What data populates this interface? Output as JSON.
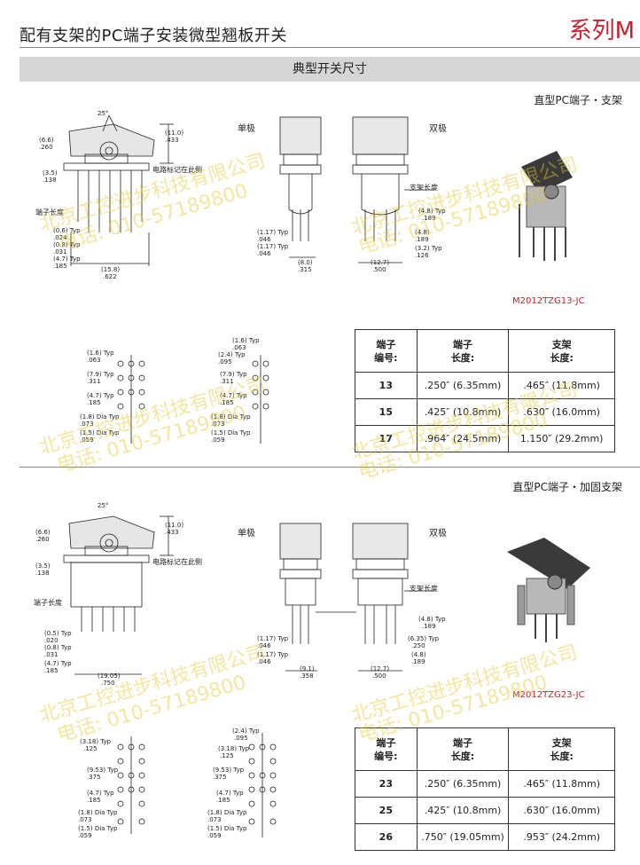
{
  "header": {
    "title": "配有支架的PC端子安装微型翘板开关",
    "series": "系列M"
  },
  "banner": "典型开关尺寸",
  "section1": {
    "subtitle": "直型PC端子・支架",
    "single_pole": "单极",
    "double_pole": "双极",
    "circuit_mark": "电路标记在此侧",
    "terminal_length": "端子长度",
    "part_no": "M2012TZG13-JC",
    "dims": {
      "angle": "25°",
      "d66": "(6.6)",
      "d260": ".260",
      "d35": "(3.5)",
      "d138": ".138",
      "d110": "(11.0)",
      "d433": ".433",
      "d06": "(0.6) Typ",
      "d024": ".024",
      "d08": "(0.8) Typ",
      "d031": ".031",
      "d47": "(4.7) Typ",
      "d185": ".185",
      "d158": "(15.8)",
      "d622": ".622",
      "d117a": "(1.17) Typ",
      "d046a": ".046",
      "d117b": "(1.17) Typ",
      "d046b": ".046",
      "d80": "(8.0)",
      "d315": ".315",
      "d127": "(12.7)",
      "d500": ".500",
      "d48a": "(4.8) Typ",
      "d189a": ".189",
      "d48b": "(4.8)",
      "d189b": ".189",
      "d32": "(3.2) Typ",
      "d126": ".126",
      "bracket_len": "支架长度",
      "h16": "(1.6) Typ",
      "h063": ".063",
      "h79": "(7.9) Typ",
      "h311": ".311",
      "h47": "(4.7) Typ",
      "h185": ".185",
      "h18": "(1.8) Dia Typ",
      "h073": ".073",
      "h15": "(1.5) Dia Typ",
      "h059": ".059",
      "h24": "(2.4) Typ",
      "h095": ".095"
    },
    "table": {
      "headers": [
        "端子\n编号:",
        "端子\n长度:",
        "支架\n长度:"
      ],
      "rows": [
        {
          "code": "13",
          "terminal": ".250″ (6.35mm)",
          "bracket": ".465″ (11.8mm)"
        },
        {
          "code": "15",
          "terminal": ".425″ (10.8mm)",
          "bracket": ".630″ (16.0mm)"
        },
        {
          "code": "17",
          "terminal": ".964″ (24.5mm)",
          "bracket": "1.150″ (29.2mm)"
        }
      ]
    }
  },
  "section2": {
    "subtitle": "直型PC端子・加固支架",
    "single_pole": "单极",
    "double_pole": "双极",
    "circuit_mark": "电路标记在此侧",
    "terminal_length": "端子长度",
    "part_no": "M2012TZG23-JC",
    "dims": {
      "angle": "25°",
      "d66": "(6.6)",
      "d260": ".260",
      "d35": "(3.5)",
      "d138": ".138",
      "d110": "(11.0)",
      "d433": ".433",
      "d05": "(0.5) Typ",
      "d020": ".020",
      "d08": "(0.8) Typ",
      "d031": ".031",
      "d47": "(4.7) Typ",
      "d185": ".185",
      "d1905": "(19.05)",
      "d750": ".750",
      "d117a": "(1.17) Typ",
      "d046a": ".046",
      "d117b": "(1.17) Typ",
      "d046b": ".046",
      "d91": "(9.1)",
      "d358": ".358",
      "d127": "(12.7)",
      "d500": ".500",
      "d48a": "(4.8) Typ",
      "d189a": ".189",
      "d635": "(6.35) Typ",
      "d250": ".250",
      "d48b": "(4.8)",
      "d189b": ".189",
      "bracket_len": "支架长度",
      "h318": "(3.18) Typ",
      "h125": ".125",
      "h953": "(9.53) Typ",
      "h375": ".375",
      "h47": "(4.7) Typ",
      "h185": ".185",
      "h18": "(1.8) Dia Typ",
      "h073": ".073",
      "h15": "(1.5) Dia Typ",
      "h059": ".059",
      "h24": "(2.4) Typ",
      "h095": ".095"
    },
    "table": {
      "headers": [
        "端子\n编号:",
        "端子\n长度:",
        "支架\n长度:"
      ],
      "rows": [
        {
          "code": "23",
          "terminal": ".250″ (6.35mm)",
          "bracket": ".465″ (11.8mm)"
        },
        {
          "code": "25",
          "terminal": ".425″ (10.8mm)",
          "bracket": ".630″ (16.0mm)"
        },
        {
          "code": "26",
          "terminal": ".750″ (19.05mm)",
          "bracket": ".953″ (24.2mm)"
        }
      ]
    }
  },
  "watermark": {
    "company": "北京工控进步科技有限公司",
    "phone": "电话: 010-57189800"
  }
}
